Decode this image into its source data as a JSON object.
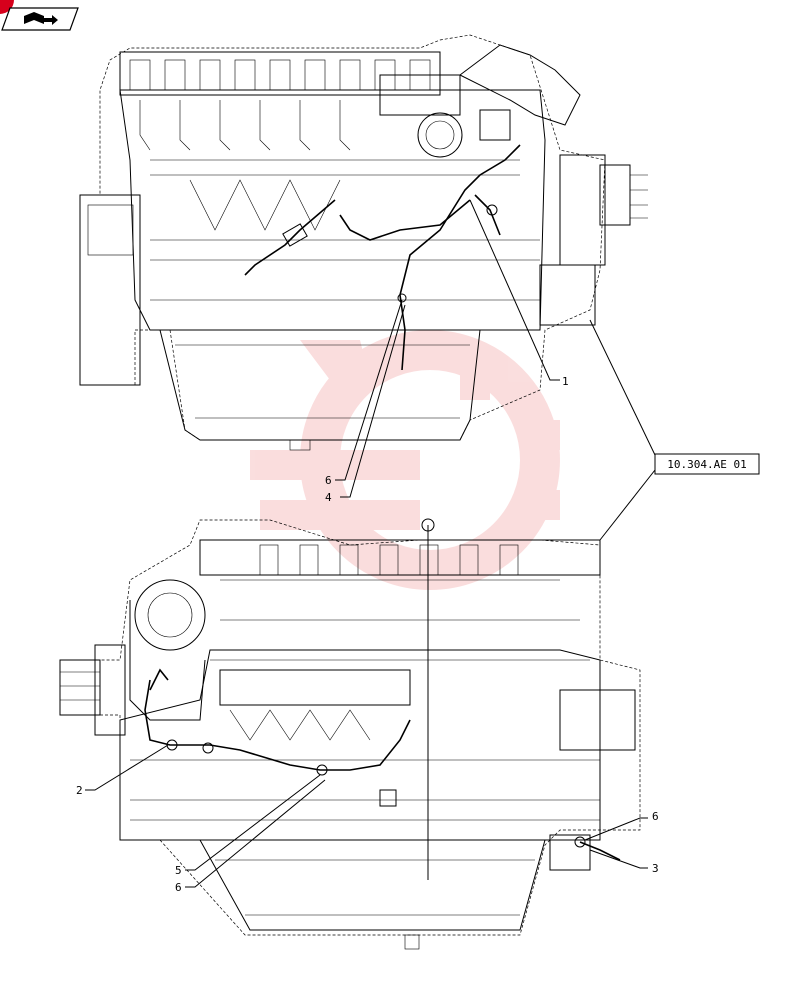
{
  "header": {
    "icon": "book-arrow-icon"
  },
  "reference_box": {
    "label": "10.304.AE 01"
  },
  "callouts": [
    {
      "id": "c1",
      "label": "1"
    },
    {
      "id": "c2",
      "label": "2"
    },
    {
      "id": "c3",
      "label": "3"
    },
    {
      "id": "c4",
      "label": "4"
    },
    {
      "id": "c5",
      "label": "5"
    },
    {
      "id": "c6a",
      "label": "6"
    },
    {
      "id": "c6b",
      "label": "6"
    },
    {
      "id": "c6c",
      "label": "6"
    }
  ],
  "colors": {
    "line": "#000000",
    "watermark": "#f2a0a0",
    "corner_badge": "#d6001c"
  }
}
